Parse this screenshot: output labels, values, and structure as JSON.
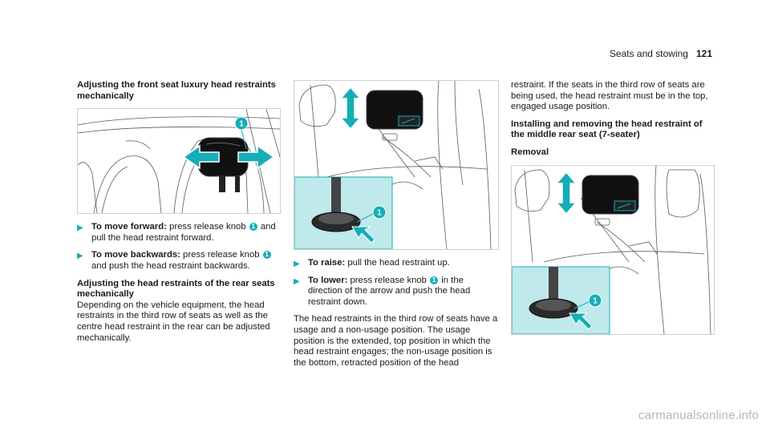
{
  "header": {
    "section": "Seats and stowing",
    "page_number": "121"
  },
  "col1": {
    "heading": "Adjusting the front seat luxury head restraints mechanically",
    "steps": [
      {
        "lead": "To move forward:",
        "pre": " press release knob ",
        "knob": "1",
        "post": " and pull the head restraint forward."
      },
      {
        "lead": "To move backwards:",
        "pre": " press release knob ",
        "knob": "1",
        "post": " and push the head restraint backwards."
      }
    ],
    "heading2": "Adjusting the head restraints of the rear seats mechanically",
    "body": "Depending on the vehicle equipment, the head restraints in the third row of seats as well as the centre head restraint in the rear can be adjusted mechanically."
  },
  "col2": {
    "steps": [
      {
        "lead": "To raise:",
        "pre": " pull the head restraint up.",
        "knob": "",
        "post": ""
      },
      {
        "lead": "To lower:",
        "pre": " press release knob ",
        "knob": "1",
        "post": " in the direction of the arrow and push the head restraint down."
      }
    ],
    "body": "The head restraints in the third row of seats have a usage and a non-usage position. The usage position is the extended, top position in which the head restraint engages; the non-usage position is the bottom, retracted position of the head"
  },
  "col3": {
    "body": "restraint. If the seats in the third row of seats are being used, the head restraint must be in the top, engaged usage position.",
    "heading": "Installing and removing the head restraint of the middle rear seat (7-seater)",
    "subheading": "Removal"
  },
  "figures": {
    "callout_label": "1"
  },
  "watermark": "carmanualsonline.info",
  "colors": {
    "accent": "#14aeb7",
    "highlight_bg": "#bfe9ea",
    "line": "#5a5a5a"
  },
  "icons": {
    "step_arrow": "triangle-right-icon"
  }
}
